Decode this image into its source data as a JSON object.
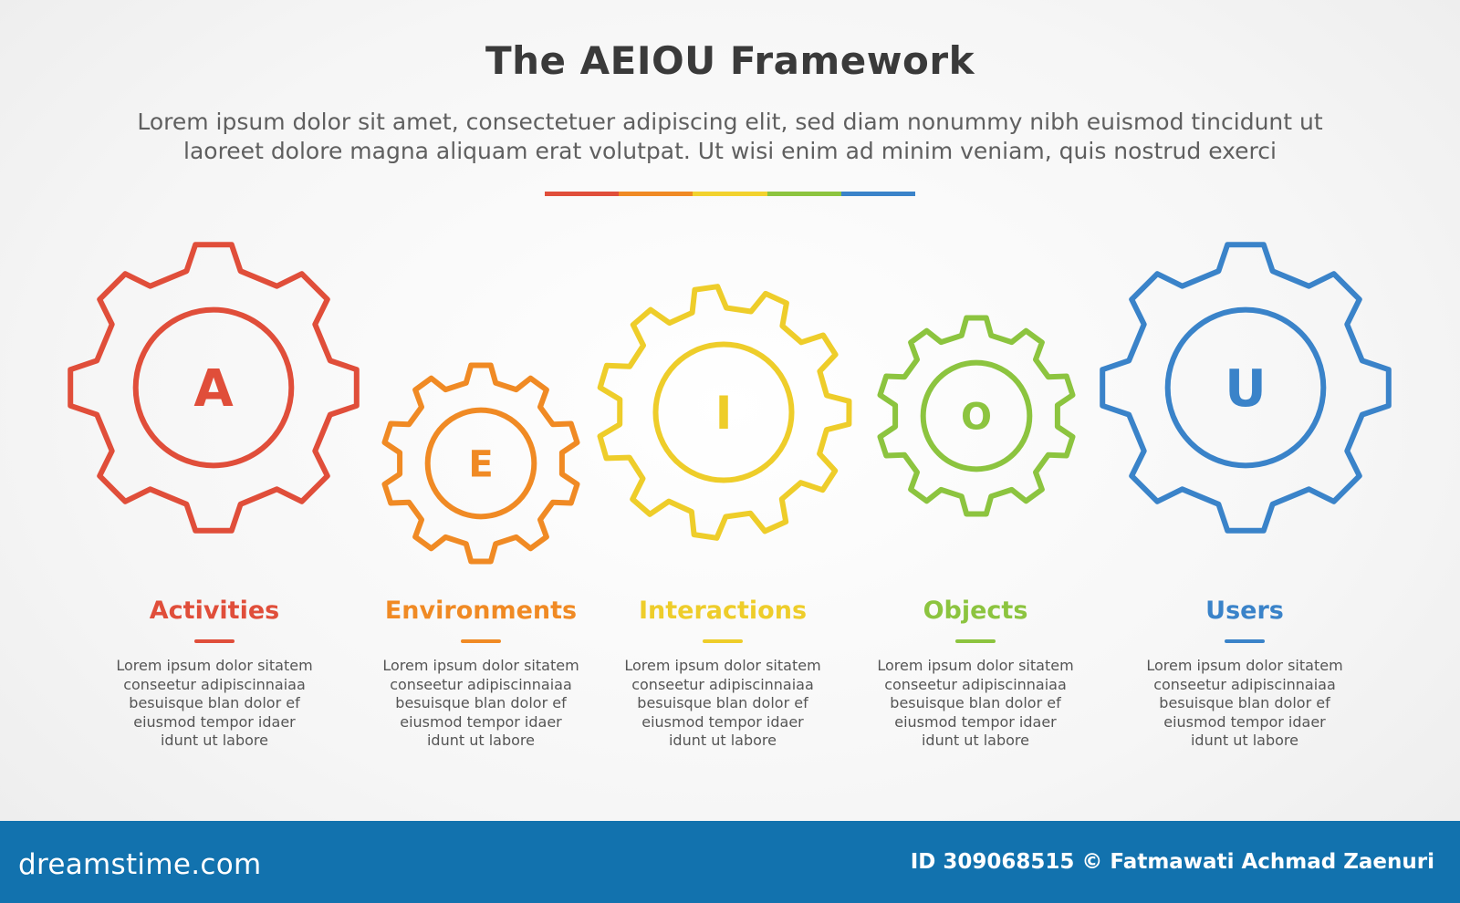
{
  "title": "The AEIOU Framework",
  "subtitle": {
    "line1": "Lorem ipsum dolor sit amet, consectetuer adipiscing elit, sed diam nonummy nibh euismod tincidunt ut",
    "line2": "laoreet dolore magna aliquam erat volutpat. Ut wisi enim ad minim veniam, quis nostrud exerci"
  },
  "divider_colors": [
    "#e04e3a",
    "#f08a24",
    "#f2d22e",
    "#8cc43f",
    "#3a83c9"
  ],
  "items": [
    {
      "letter": "A",
      "label": "Activities",
      "color": "#e04e3a",
      "icon": "gear-icon",
      "desc": [
        "Lorem ipsum dolor sitatem",
        "conseetur adipiscinnaiaa",
        "besuisque blan dolor ef",
        "eiusmod tempor idaer",
        "idunt ut labore"
      ]
    },
    {
      "letter": "E",
      "label": "Environments",
      "color": "#f08a24",
      "icon": "gear-icon",
      "desc": [
        "Lorem ipsum dolor sitatem",
        "conseetur adipiscinnaiaa",
        "besuisque blan dolor ef",
        "eiusmod tempor idaer",
        "idunt ut labore"
      ]
    },
    {
      "letter": "I",
      "label": "Interactions",
      "color": "#eecd2a",
      "icon": "gear-icon",
      "desc": [
        "Lorem ipsum dolor sitatem",
        "conseetur adipiscinnaiaa",
        "besuisque blan dolor ef",
        "eiusmod tempor idaer",
        "idunt ut labore"
      ]
    },
    {
      "letter": "O",
      "label": "Objects",
      "color": "#8cc43f",
      "icon": "gear-icon",
      "desc": [
        "Lorem ipsum dolor sitatem",
        "conseetur adipiscinnaiaa",
        "besuisque blan dolor ef",
        "eiusmod tempor idaer",
        "idunt ut labore"
      ]
    },
    {
      "letter": "U",
      "label": "Users",
      "color": "#3a83c9",
      "icon": "gear-icon",
      "desc": [
        "Lorem ipsum dolor sitatem",
        "conseetur adipiscinnaiaa",
        "besuisque blan dolor ef",
        "eiusmod tempor idaer",
        "idunt ut labore"
      ]
    }
  ],
  "footer": {
    "brand": "dreamstime.com",
    "credit": "ID 309068515 © Fatmawati  Achmad Zaenuri",
    "background": "#1272ae"
  }
}
